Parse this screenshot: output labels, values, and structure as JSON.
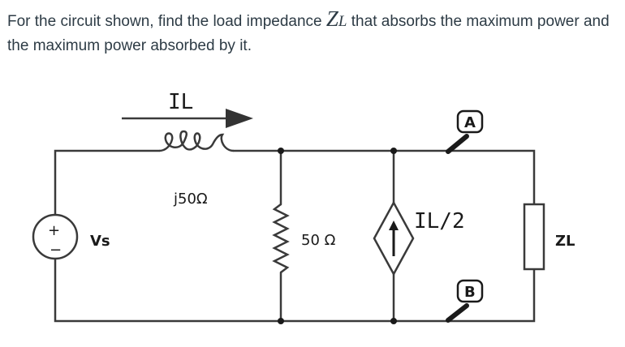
{
  "question": {
    "text_before": "For the circuit shown, find the load impedance ",
    "symbol_main": "Z",
    "symbol_sub": "L",
    "text_after": " that absorbs the maximum power and the maximum power absorbed by it."
  },
  "circuit": {
    "current_label": "IL",
    "inductor_label": "j50Ω",
    "resistor_label": "50 Ω",
    "dependent_source_label": "IL/2",
    "source_label": "Vs",
    "terminal_a": "A",
    "terminal_b": "B",
    "load_label": "ZL",
    "source_plus": "+",
    "source_minus": "−"
  }
}
